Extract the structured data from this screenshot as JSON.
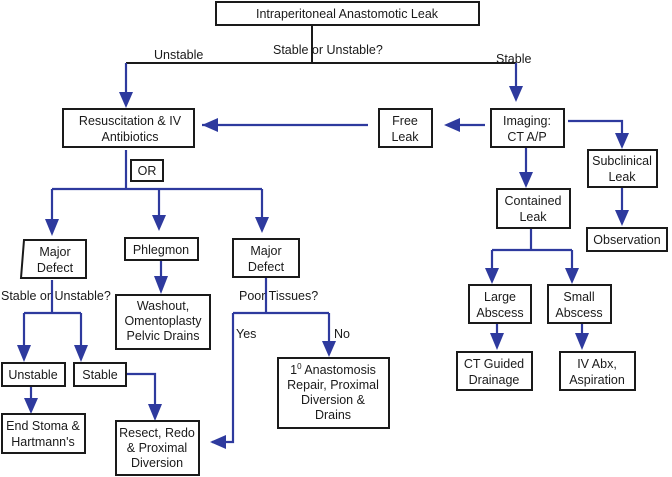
{
  "colors": {
    "arrow": "#2e3a9e",
    "line": "#1a1a1a",
    "background": "#ffffff"
  },
  "nodes": {
    "root": "Intraperitoneal Anastomotic Leak",
    "resuscitation": [
      "Resuscitation & IV",
      "Antibiotics"
    ],
    "free_leak": [
      "Free",
      "Leak"
    ],
    "imaging": [
      "Imaging:",
      "CT A/P"
    ],
    "subclinical": [
      "Subclinical",
      "Leak"
    ],
    "observation": "Observation",
    "contained": [
      "Contained",
      "Leak"
    ],
    "large_abscess": [
      "Large",
      "Abscess"
    ],
    "small_abscess": [
      "Small",
      "Abscess"
    ],
    "ct_guided": [
      "CT Guided",
      "Drainage"
    ],
    "iv_abx": [
      "IV Abx,",
      "Aspiration"
    ],
    "or": "OR",
    "major_defect_1": [
      "Major",
      "Defect"
    ],
    "phlegmon": "Phlegmon",
    "major_defect_2": [
      "Major",
      "Defect"
    ],
    "washout": [
      "Washout,",
      "Omentoplasty",
      "Pelvic Drains"
    ],
    "unstable_box": "Unstable",
    "stable_box": "Stable",
    "end_stoma": [
      "End Stoma &",
      "Hartmann's"
    ],
    "resect": [
      "Resect, Redo",
      "& Proximal",
      "Diversion"
    ],
    "primary_anastomosis": {
      "prefix": "1",
      "superscript": "0",
      "lines": [
        " Anastomosis",
        "Repair, Proximal",
        "Diversion &",
        "Drains"
      ]
    }
  },
  "edge_labels": {
    "stable_or_unstable_top": "Stable or Unstable?",
    "unstable_top": "Unstable",
    "stable_top": "Stable",
    "stable_or_unstable_left": "Stable or Unstable?",
    "poor_tissues": "Poor Tissues?",
    "yes": "Yes",
    "no": "No"
  }
}
